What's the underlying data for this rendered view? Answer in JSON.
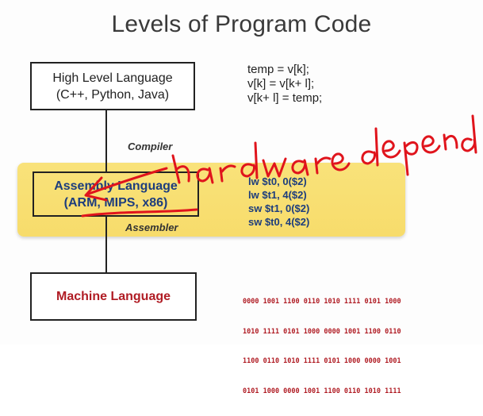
{
  "title": "Levels of Program Code",
  "boxes": {
    "high_level": {
      "line1": "High Level Language",
      "line2": "(C++, Python, Java)"
    },
    "assembly": {
      "line1": "Assembly Language",
      "line2": "(ARM, MIPS, x86)"
    },
    "machine": {
      "line1": "Machine Language"
    }
  },
  "edge_labels": {
    "compiler": "Compiler",
    "assembler": "Assembler"
  },
  "high_level_code": [
    "temp = v[k];",
    "v[k] = v[k+ l];",
    "v[k+ l] = temp;"
  ],
  "assembly_code": [
    "lw $t0, 0($2)",
    "lw $t1, 4($2)",
    "sw $t1, 0($2)",
    "sw $t0, 4($2)"
  ],
  "machine_code": [
    "0000 1001 1100 0110 1010 1111 0101 1000",
    "1010 1111 0101 1000 0000 1001 1100 0110",
    "1100 0110 1010 1111 0101 1000 0000 1001",
    "0101 1000 0000 1001 1100 0110 1010 1111"
  ],
  "handwritten_annotation": "hardware depend",
  "colors": {
    "highlight": "#f7dc6b",
    "assembly_text": "#1d3d7d",
    "machine_text": "#b01c24",
    "ink": "#e0141c"
  }
}
